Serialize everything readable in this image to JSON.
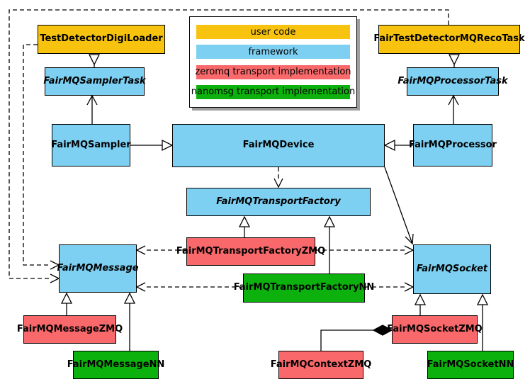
{
  "diagram": {
    "colors": {
      "user_code": "#f7c30e",
      "framework": "#7dd0f2",
      "zeromq_transport": "#f9696b",
      "nanomsg_transport": "#0db10d",
      "line": "#000000",
      "background": "#ffffff",
      "legend_shadow": "#9e9e9e"
    },
    "legend": {
      "items": [
        {
          "label": "user code",
          "color": "#f7c30e"
        },
        {
          "label": "framework",
          "color": "#7dd0f2"
        },
        {
          "label": "zeromq transport implementation",
          "color": "#f9696b"
        },
        {
          "label": "nanomsg transport implementation",
          "color": "#0db10d"
        }
      ]
    },
    "nodes": {
      "test_detector_digi_loader": {
        "label": "TestDetectorDigiLoader",
        "category": "user code",
        "abstract": false
      },
      "fair_test_detector_mq_reco_task": {
        "label": "FairTestDetectorMQRecoTask",
        "category": "user code",
        "abstract": false
      },
      "fair_mq_sampler_task": {
        "label": "FairMQSamplerTask",
        "category": "framework",
        "abstract": true
      },
      "fair_mq_processor_task": {
        "label": "FairMQProcessorTask",
        "category": "framework",
        "abstract": true
      },
      "fair_mq_sampler": {
        "label": "FairMQSampler",
        "category": "framework",
        "abstract": false
      },
      "fair_mq_device": {
        "label": "FairMQDevice",
        "category": "framework",
        "abstract": false
      },
      "fair_mq_processor": {
        "label": "FairMQProcessor",
        "category": "framework",
        "abstract": false
      },
      "fair_mq_transport_factory": {
        "label": "FairMQTransportFactory",
        "category": "framework",
        "abstract": true
      },
      "fair_mq_transport_factory_zmq": {
        "label": "FairMQTransportFactoryZMQ",
        "category": "zeromq transport implementation",
        "abstract": false
      },
      "fair_mq_transport_factory_nn": {
        "label": "FairMQTransportFactoryNN",
        "category": "nanomsg transport implementation",
        "abstract": false
      },
      "fair_mq_message": {
        "label": "FairMQMessage",
        "category": "framework",
        "abstract": true
      },
      "fair_mq_socket": {
        "label": "FairMQSocket",
        "category": "framework",
        "abstract": true
      },
      "fair_mq_message_zmq": {
        "label": "FairMQMessageZMQ",
        "category": "zeromq transport implementation",
        "abstract": false
      },
      "fair_mq_message_nn": {
        "label": "FairMQMessageNN",
        "category": "nanomsg transport implementation",
        "abstract": false
      },
      "fair_mq_context_zmq": {
        "label": "FairMQContextZMQ",
        "category": "zeromq transport implementation",
        "abstract": false
      },
      "fair_mq_socket_zmq": {
        "label": "FairMQSocketZMQ",
        "category": "zeromq transport implementation",
        "abstract": false
      },
      "fair_mq_socket_nn": {
        "label": "FairMQSocketNN",
        "category": "nanomsg transport implementation",
        "abstract": false
      }
    }
  }
}
